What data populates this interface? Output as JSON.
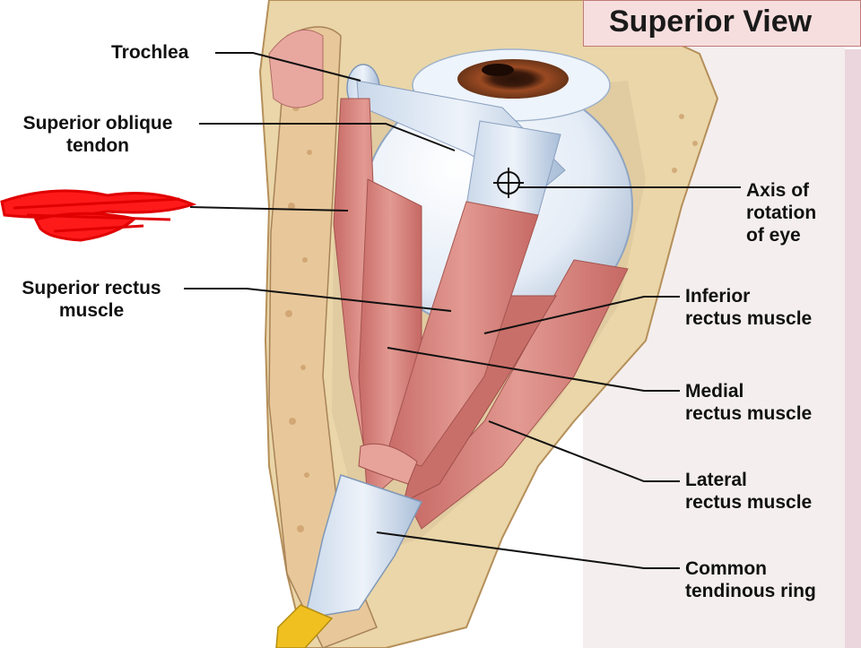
{
  "title": "Superior View",
  "labels": {
    "trochlea": "Trochlea",
    "superior_oblique_tendon": [
      "Superior oblique",
      "tendon"
    ],
    "superior_rectus": [
      "Superior rectus",
      "muscle"
    ],
    "axis_of_rotation": [
      "Axis of",
      "rotation",
      "of eye"
    ],
    "inferior_rectus": [
      "Inferior",
      "rectus muscle"
    ],
    "medial_rectus": [
      "Medial",
      "rectus muscle"
    ],
    "lateral_rectus": [
      "Lateral",
      "rectus muscle"
    ],
    "common_tendinous_ring": [
      "Common",
      "tendinous ring"
    ]
  },
  "colors": {
    "title_bg": "#f7dede",
    "muscle": "#d9807a",
    "bone": "#e6cfa3",
    "eyeball": "#e9f0f8",
    "nerve": "#f0c020",
    "redaction": "#ff1a1a",
    "side_panel": "#ead6dc"
  },
  "redacted_label": "scribbled-out label"
}
